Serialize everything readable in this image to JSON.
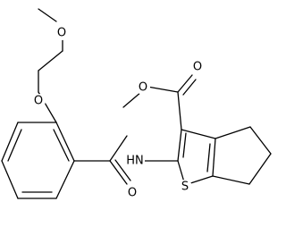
{
  "structure": {
    "atoms": {
      "o_methoxy_ester": "O",
      "o_carbonyl_ester": "O",
      "o_ether_top": "O",
      "o_ether_aryl": "O",
      "nh": "HN",
      "s_ring": "S",
      "o_amide": "O"
    }
  }
}
